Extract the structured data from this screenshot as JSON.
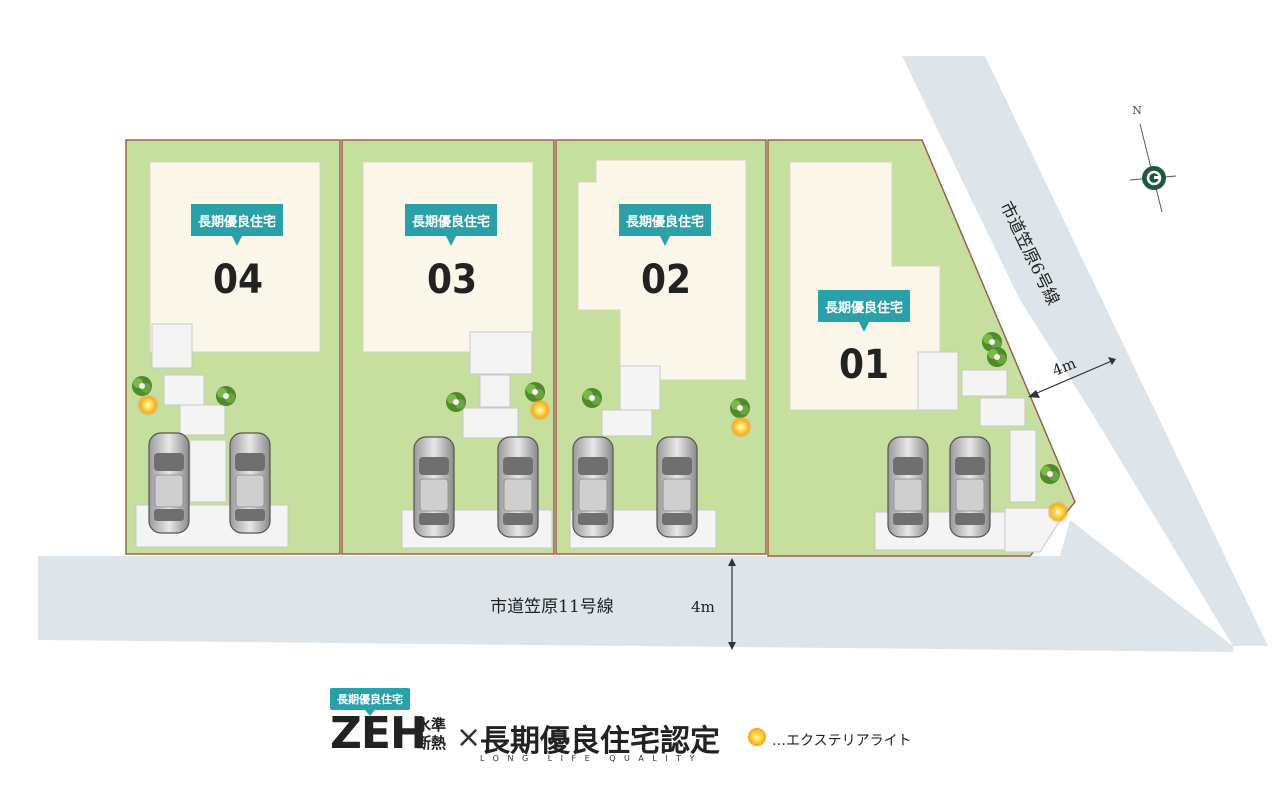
{
  "lots": [
    {
      "number": "04",
      "badge": "長期優良住宅"
    },
    {
      "number": "03",
      "badge": "長期優良住宅"
    },
    {
      "number": "02",
      "badge": "長期優良住宅"
    },
    {
      "number": "01",
      "badge": "長期優良住宅"
    }
  ],
  "roads": {
    "south": {
      "name": "市道笠原11号線",
      "width": "4m"
    },
    "east": {
      "name": "市道笠原6号線",
      "width": "4m"
    }
  },
  "compass": {
    "north_label": "N"
  },
  "legend": {
    "badge": "長期優良住宅",
    "zeh": "ZEH",
    "zeh_sub": "水準断熱",
    "times": "×",
    "certification": "長期優良住宅認定",
    "certification_en": "LONG LIFE QUALITY",
    "light_label": "…エクステリアライト"
  },
  "colors": {
    "lawn": "#c6df9f",
    "road": "#dde5ea",
    "house": "#faf7ea",
    "badge": "#2aa0a8",
    "light": "#ffc52e"
  }
}
